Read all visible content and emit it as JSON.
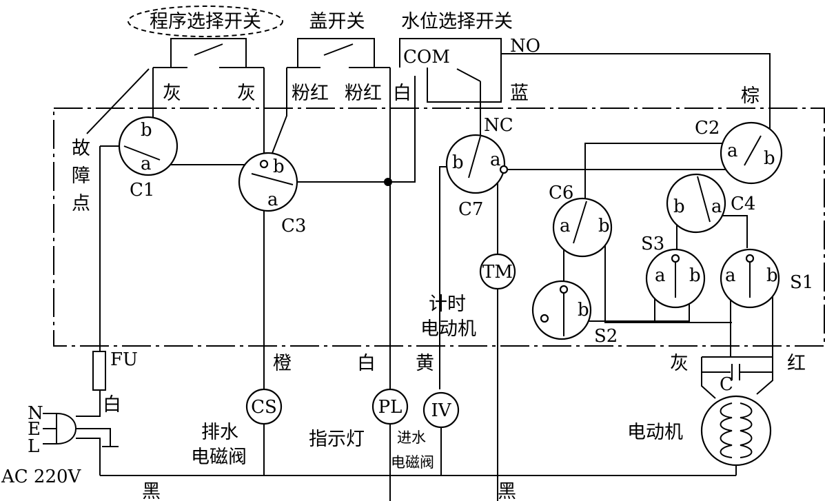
{
  "switches": {
    "program": "程序选择开关",
    "lid": "盖开关",
    "water_level": "水位选择开关",
    "com": "COM",
    "no": "NO",
    "nc": "NC"
  },
  "wire_colors": {
    "gray_left": "灰",
    "gray_right": "灰",
    "pink_left": "粉红",
    "pink_right": "粉红",
    "white_top": "白",
    "blue": "蓝",
    "brown": "棕",
    "orange": "橙",
    "white_bottom": "白",
    "yellow": "黄",
    "gray_motor": "灰",
    "red_motor": "红",
    "white_fuse": "白",
    "black_left": "黑",
    "black_right": "黑"
  },
  "fault": [
    "故",
    "障",
    "点"
  ],
  "cams": {
    "c1": "C1",
    "c2": "C2",
    "c3": "C3",
    "c4": "C4",
    "c6": "C6",
    "c7": "C7",
    "s1": "S1",
    "s2": "S2",
    "s3": "S3"
  },
  "contact_labels": {
    "a": "a",
    "b": "b"
  },
  "components": {
    "tm": "TM",
    "tm_label": [
      "计时",
      "电动机"
    ],
    "cs": "CS",
    "cs_label": [
      "排水",
      "电磁阀"
    ],
    "pl": "PL",
    "pl_label": "指示灯",
    "iv": "IV",
    "iv_label": [
      "进水",
      "电磁阀"
    ],
    "motor_label": "电动机",
    "capacitor": "C",
    "fuse": "FU"
  },
  "power": {
    "n": "N",
    "e": "E",
    "l": "L",
    "voltage": "AC 220V"
  }
}
